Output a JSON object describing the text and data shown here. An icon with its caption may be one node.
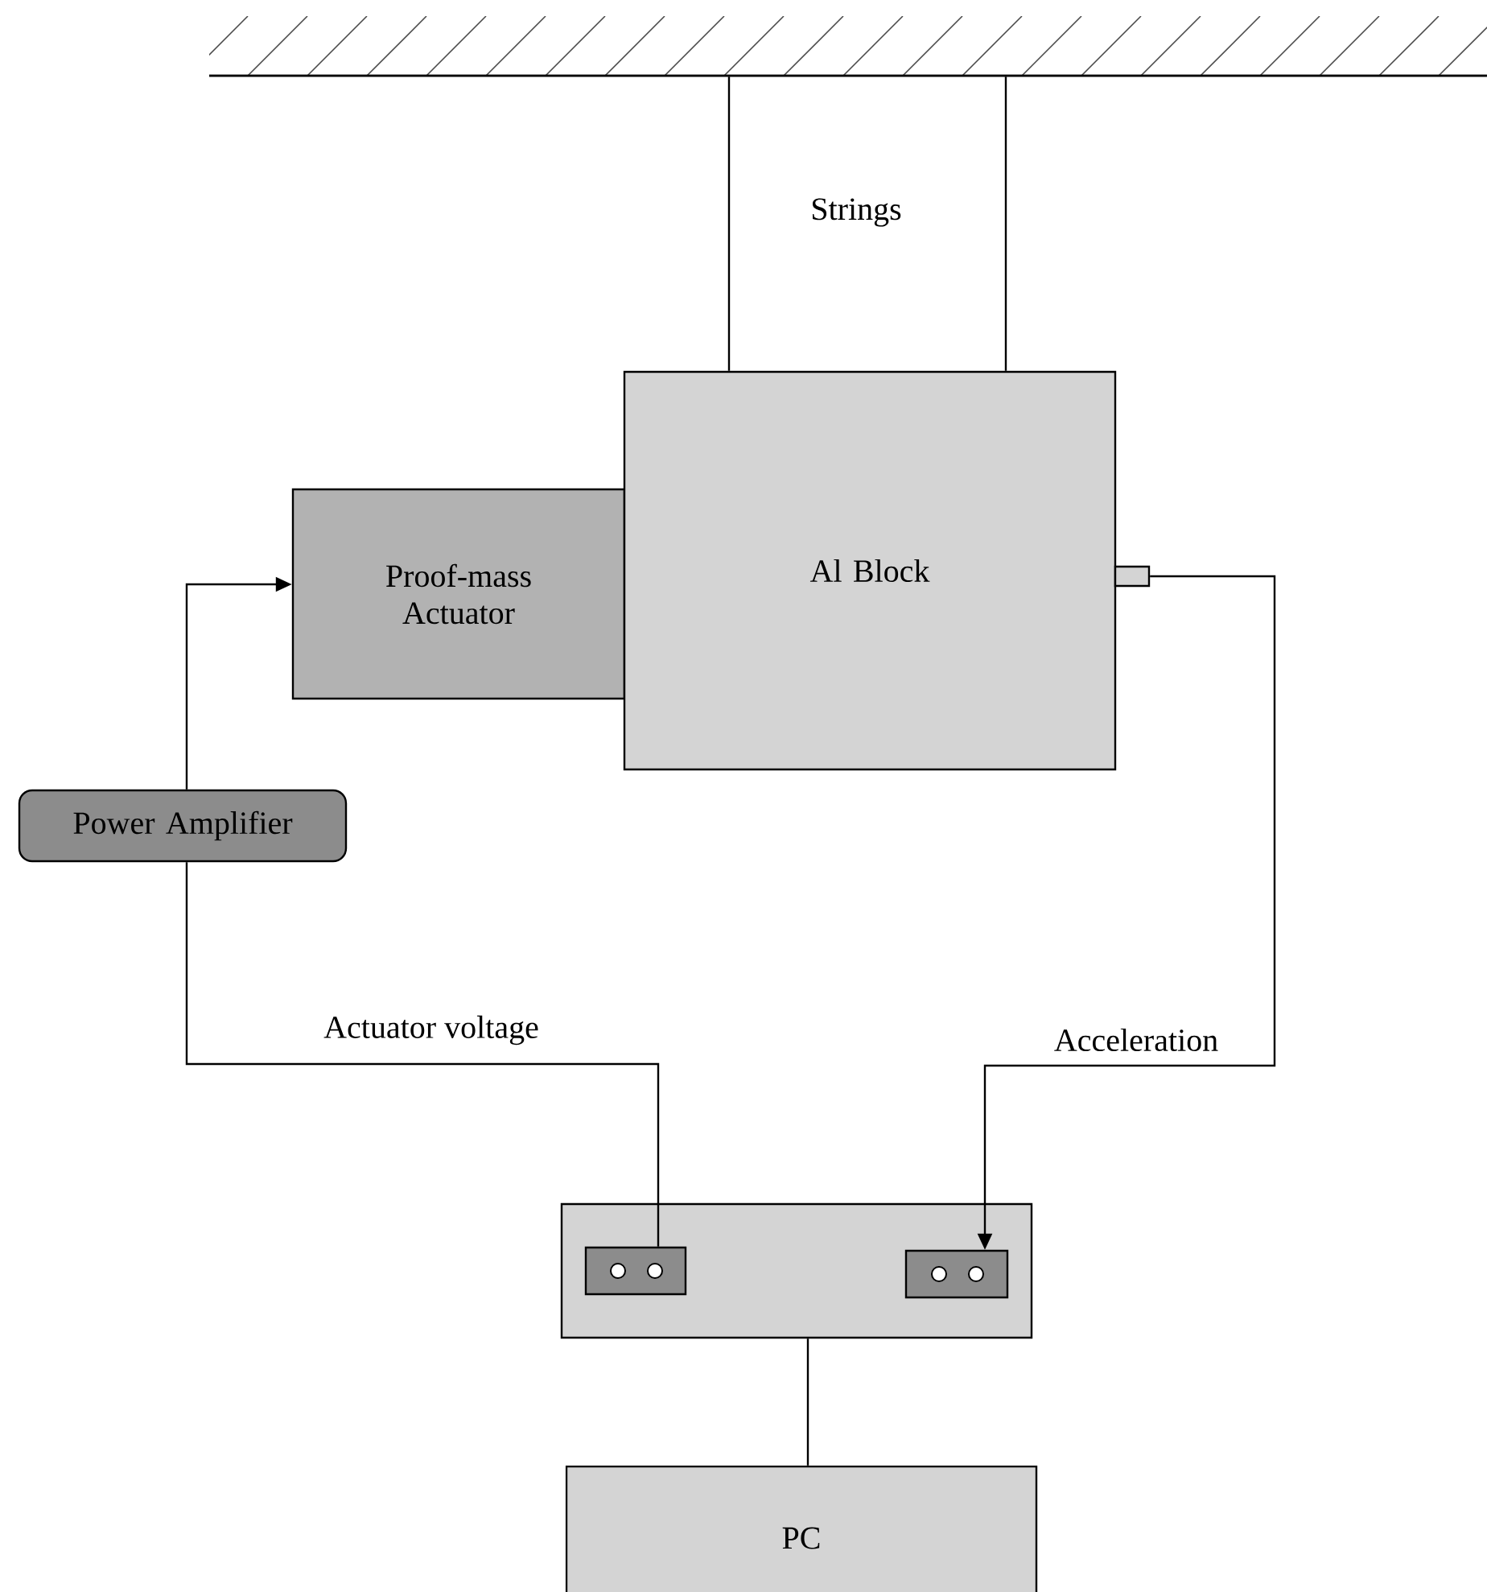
{
  "diagram": {
    "nodes": [
      {
        "text": [],
        "shape": "bar"
      },
      {
        "text": [
          "Proof-mass Actuator"
        ]
      },
      {
        "text": [
          "Al Block"
        ]
      },
      {
        "text": [],
        "shape": "box"
      },
      {
        "text": [
          "Power Amplifier"
        ]
      },
      {
        "text": [],
        "shape": "box"
      },
      {
        "text": [],
        "shape": "box",
        "in": 5
      },
      {
        "text": [],
        "shape": "box",
        "in": 5
      },
      {
        "text": [
          "PC"
        ]
      }
    ],
    "edges": [
      {
        "from": 0,
        "to": 2,
        "arrow": "none"
      },
      {
        "from": 0,
        "to": 2,
        "arrow": "none"
      },
      {
        "from": 4,
        "to": 1,
        "arrow": "to"
      },
      {
        "from": 4,
        "to": 6,
        "arrow": "none",
        "label": "Actuator voltage"
      },
      {
        "from": 3,
        "to": 7,
        "arrow": "to",
        "label": "Acceleration"
      },
      {
        "from": 5,
        "to": 8,
        "arrow": "none"
      }
    ],
    "labels": [
      "Strings"
    ]
  }
}
